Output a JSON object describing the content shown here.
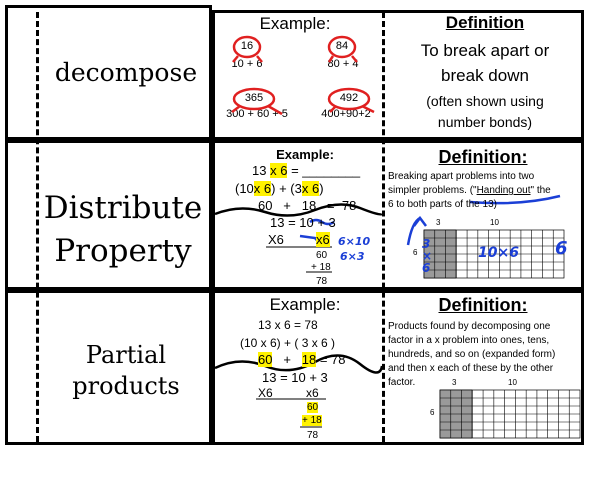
{
  "rows": [
    {
      "term": "decompose",
      "example": {
        "heading": "Example:",
        "bonds": [
          {
            "whole": "16",
            "parts": "10 + 6"
          },
          {
            "whole": "84",
            "parts": "80 + 4"
          },
          {
            "whole": "365",
            "parts": "300 + 60 + 5"
          },
          {
            "whole": "492",
            "parts": "400+90+2"
          }
        ]
      },
      "definition": {
        "heading": "Definition",
        "line1": "To break apart or",
        "line2": "break down",
        "line3": "(often shown using",
        "line4": "number bonds)"
      }
    },
    {
      "term_line1": "Distribute",
      "term_line2": "Property",
      "example": {
        "heading": "Example:",
        "l1": "13",
        "l1_hl": "x 6",
        "l1_end": "= ________",
        "l2_a": "(10",
        "l2_hl1": "x 6",
        "l2_b": ") + (",
        "l2_c": "3",
        "l2_hl2": "x 6",
        "l2_d": ")",
        "l3": "60   +   18   =  78",
        "l4": "13 = 10 + 3",
        "l5_a": "X6",
        "l5_b": "x6",
        "p1": "60",
        "p2": "+ 18",
        "p3": "78",
        "hand": "6×10",
        "hand2": "6×3"
      },
      "definition": {
        "heading": "Definition:",
        "t1": "Breaking apart problems into two",
        "t2": "simpler problems. (\"",
        "t2_ul": "Handing out",
        "t2_end": "\" the",
        "t3": "6 to both parts of the 13)",
        "grid_top1": "3",
        "grid_top2": "10",
        "grid_left": "6",
        "hand_3x6": "3×6",
        "hand_10x6": "10×6",
        "hand_6": "6"
      }
    },
    {
      "term_line1": "Partial",
      "term_line2": "products",
      "example": {
        "heading": "Example:",
        "l1": "13 x 6 = 78",
        "l2": "(10 x 6) + ( 3 x 6 )",
        "l3_a": "60",
        "l3_plus": "+",
        "l3_b": "18",
        "l3_end": "= 78",
        "l4": "13 = 10 + 3",
        "l5_a": "X6",
        "l5_b": "x6",
        "p1": "60",
        "p2": "+ 18",
        "p3": "78"
      },
      "definition": {
        "heading": "Definition:",
        "t1": "Products found by decomposing one",
        "t2": "factor in a x problem into ones, tens,",
        "t3": "hundreds, and so on (expanded form)",
        "t4": "and then x each of these by the other",
        "t5": "factor.",
        "grid_top1": "3",
        "grid_top2": "10",
        "grid_left": "6"
      }
    }
  ],
  "colors": {
    "highlight": "#fff200",
    "hand_red": "#e02020",
    "hand_blue": "#1b3fd6"
  }
}
